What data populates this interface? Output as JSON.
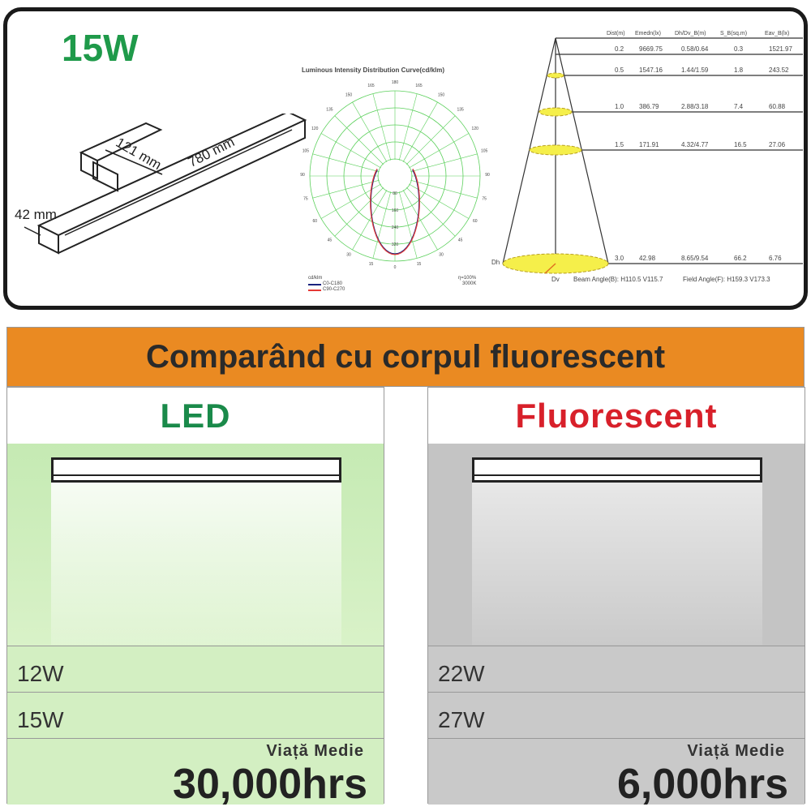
{
  "top": {
    "wattage": "15W",
    "dimensions": {
      "height": "42 mm",
      "depth": "121 mm",
      "length": "780 mm"
    },
    "polar_chart": {
      "title": "Luminous Intensity Distribution Curve(cd/klm)",
      "angle_labels": [
        "180",
        "165",
        "150",
        "135",
        "120",
        "105",
        "90",
        "75",
        "60",
        "45",
        "30",
        "15",
        "0"
      ],
      "radial_labels": [
        "80",
        "160",
        "240",
        "320"
      ],
      "legend": {
        "unit": "cd/klm",
        "series": [
          {
            "name": "C0-C180",
            "color": "#1a237e"
          },
          {
            "name": "C90-C270",
            "color": "#e53935"
          }
        ]
      },
      "note": [
        "η=100%",
        "3000K"
      ]
    },
    "cone_table": {
      "headers": [
        "Dist(m)",
        "Emedn(lx)",
        "Dh/Dv_B(m)",
        "S_B(sq.m)",
        "Eav_B(lx)"
      ],
      "rows": [
        [
          "0.2",
          "9669.75",
          "0.58/0.64",
          "0.3",
          "1521.97"
        ],
        [
          "0.5",
          "1547.16",
          "1.44/1.59",
          "1.8",
          "243.52"
        ],
        [
          "1.0",
          "386.79",
          "2.88/3.18",
          "7.4",
          "60.88"
        ],
        [
          "1.5",
          "171.91",
          "4.32/4.77",
          "16.5",
          "27.06"
        ],
        [
          "3.0",
          "42.98",
          "8.65/9.54",
          "66.2",
          "6.76"
        ]
      ],
      "dh_label": "Dh",
      "dv_label": "Dv",
      "beam_angle": "Beam Angle(B): H110.5 V115.7",
      "field_angle": "Field Angle(F): H159.3 V173.3"
    }
  },
  "comparison": {
    "title": "Comparând cu corpul fluorescent",
    "led": {
      "label": "LED",
      "color": "#1a8a4a",
      "rows": [
        "12W",
        "15W"
      ],
      "life_label": "Viață Medie",
      "life_value": "30,000hrs"
    },
    "fluorescent": {
      "label": "Fluorescent",
      "color": "#d8202a",
      "rows": [
        "22W",
        "27W"
      ],
      "life_label": "Viață Medie",
      "life_value": "6,000hrs"
    }
  }
}
